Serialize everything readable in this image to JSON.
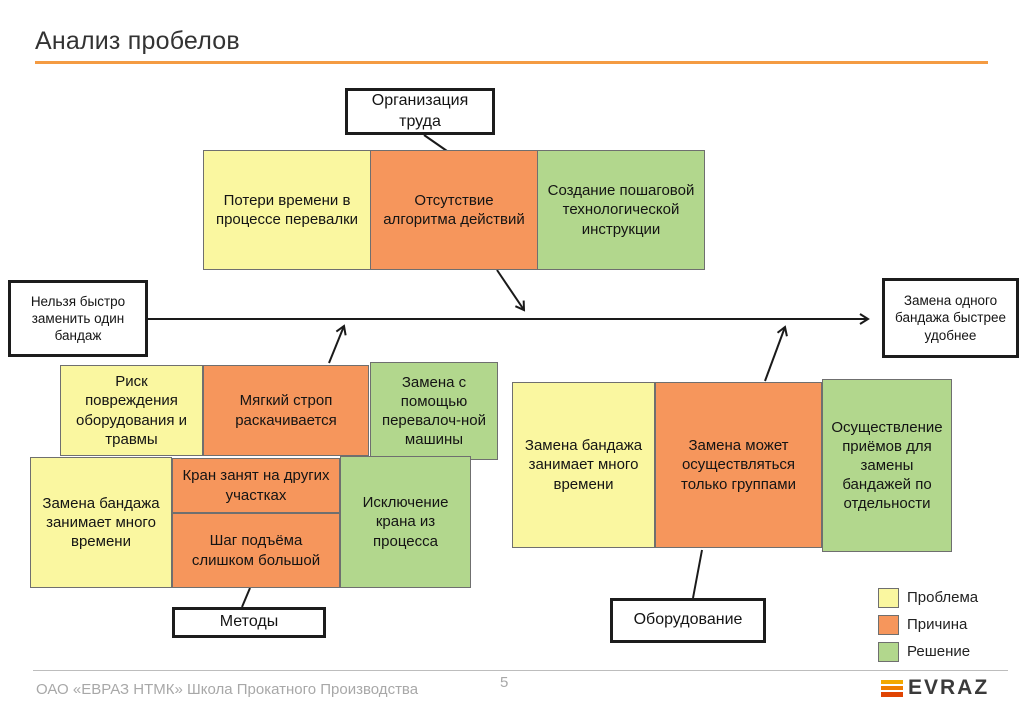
{
  "title": "Анализ пробелов",
  "colors": {
    "problem": "#FAF7A0",
    "cause": "#F6965C",
    "solution": "#B2D78D",
    "accent": "#F49B42"
  },
  "categories": {
    "organization": "Организация труда",
    "methods": "Методы",
    "equipment": "Оборудование"
  },
  "spine": {
    "start": "Нельзя быстро заменить один бандаж",
    "end": "Замена одного бандажа быстрее удобнее"
  },
  "clusters": {
    "organization": {
      "problem": "Потери времени в процессе перевалки",
      "cause": "Отсутствие алгоритма действий",
      "solution": "Создание пошаговой технологической инструкции"
    },
    "methods_row1": {
      "problem": "Риск повреждения оборудования и травмы",
      "cause": "Мягкий строп раскачивается",
      "solution": "Замена с помощью перевалоч-ной машины"
    },
    "methods_row2": {
      "problem": "Замена бандажа занимает много времени",
      "cause1": "Кран занят на других участках",
      "cause2": "Шаг подъёма слишком большой",
      "solution": "Исключение крана из процесса"
    },
    "equipment": {
      "problem": "Замена бандажа занимает много времени",
      "cause": "Замена может осуществляться только группами",
      "solution": "Осуществление приёмов для замены бандажей по отдельности"
    }
  },
  "legend": {
    "items": [
      {
        "label": "Проблема",
        "type": "problem"
      },
      {
        "label": "Причина",
        "type": "cause"
      },
      {
        "label": "Решение",
        "type": "solution"
      }
    ]
  },
  "footer": {
    "company": "ОАО «ЕВРАЗ НТМК» Школа Прокатного Производства",
    "page": "5",
    "logo_text": "EVRAZ",
    "logo_bar_colors": [
      "#F2A900",
      "#EF7D00",
      "#E04403"
    ]
  }
}
